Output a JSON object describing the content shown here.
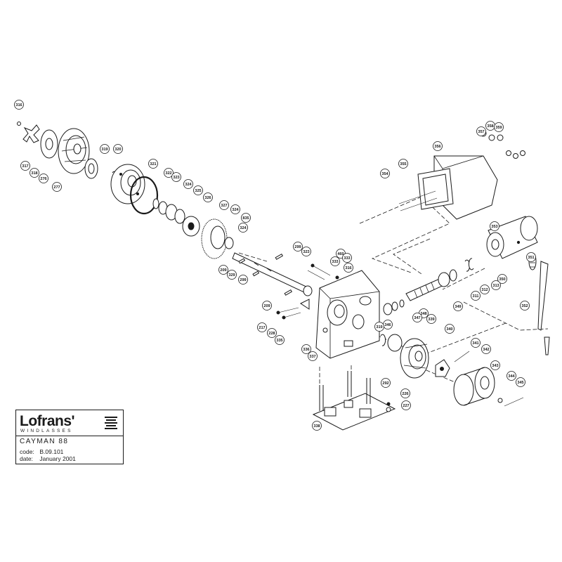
{
  "title_block": {
    "brand": "Lofrans'",
    "brand_subtitle": "WINDLASSES",
    "model": "CAYMAN 88",
    "code_label": "code:",
    "code_value": "B.09.101",
    "date_label": "date:",
    "date_value": "January 2001"
  },
  "callouts": [
    "316",
    "317",
    "318",
    "276",
    "277",
    "319",
    "320",
    "321",
    "322",
    "323",
    "324",
    "325",
    "326",
    "327",
    "324",
    "835",
    "324",
    "299",
    "323",
    "209",
    "329",
    "299",
    "209",
    "460",
    "333",
    "333",
    "316",
    "217",
    "228",
    "335",
    "336",
    "337",
    "356",
    "357",
    "358",
    "359",
    "354",
    "355",
    "353",
    "351",
    "350",
    "313",
    "312",
    "311",
    "349",
    "348",
    "347",
    "339",
    "346",
    "319",
    "340",
    "341",
    "342",
    "343",
    "344",
    "345",
    "352",
    "292",
    "226",
    "227",
    "338"
  ]
}
